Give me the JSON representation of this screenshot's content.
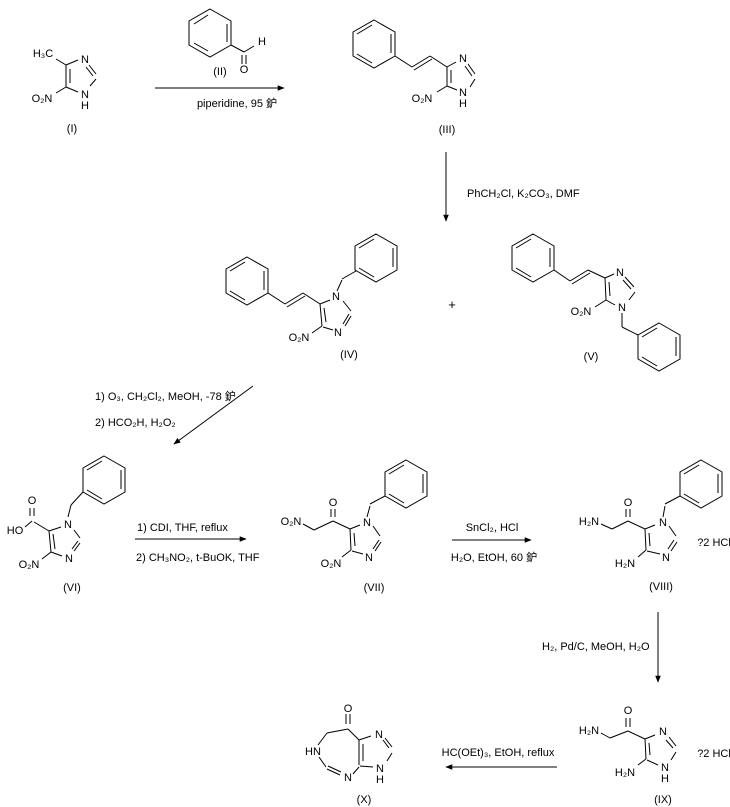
{
  "atoms": {
    "n": "N",
    "h": "H",
    "o": "O",
    "ho": "HO",
    "hn": "HN",
    "h3c": "H₃C",
    "o2n": "O₂N",
    "h2n": "H₂N"
  },
  "compounds": {
    "i": {
      "label": "(I)"
    },
    "ii": {
      "label": "(II)"
    },
    "iii": {
      "label": "(III)"
    },
    "iv": {
      "label": "(IV)"
    },
    "v": {
      "label": "(V)"
    },
    "vi": {
      "label": "(VI)"
    },
    "vii": {
      "label": "(VII)"
    },
    "viii": {
      "label": "(VIII)",
      "salt": "?2 HCl"
    },
    "ix": {
      "label": "(IX)",
      "salt": "?2 HCl"
    },
    "x": {
      "label": "(X)"
    }
  },
  "steps": {
    "s1": {
      "conditions": "piperidine, 95 鈩"
    },
    "s2": {
      "conditions": "PhCH₂Cl, K₂CO₃, DMF"
    },
    "s3": {
      "line1": "1) O₃, CH₂Cl₂, MeOH, -78 鈩",
      "line2": "2) HCO₂H, H₂O₂"
    },
    "s4": {
      "line1": "1) CDI, THF, reflux",
      "line2": "2) CH₃NO₂, t-BuOK, THF"
    },
    "s5": {
      "line1": "SnCl₂, HCl",
      "line2": "H₂O, EtOH, 60 鈩"
    },
    "s6": {
      "conditions": "H₂, Pd/C, MeOH, H₂O"
    },
    "s7": {
      "conditions": "HC(OEt)₃, EtOH, reflux"
    }
  },
  "operators": {
    "plus": "+"
  },
  "colors": {
    "ink": "#000000",
    "background": "#ffffff"
  }
}
